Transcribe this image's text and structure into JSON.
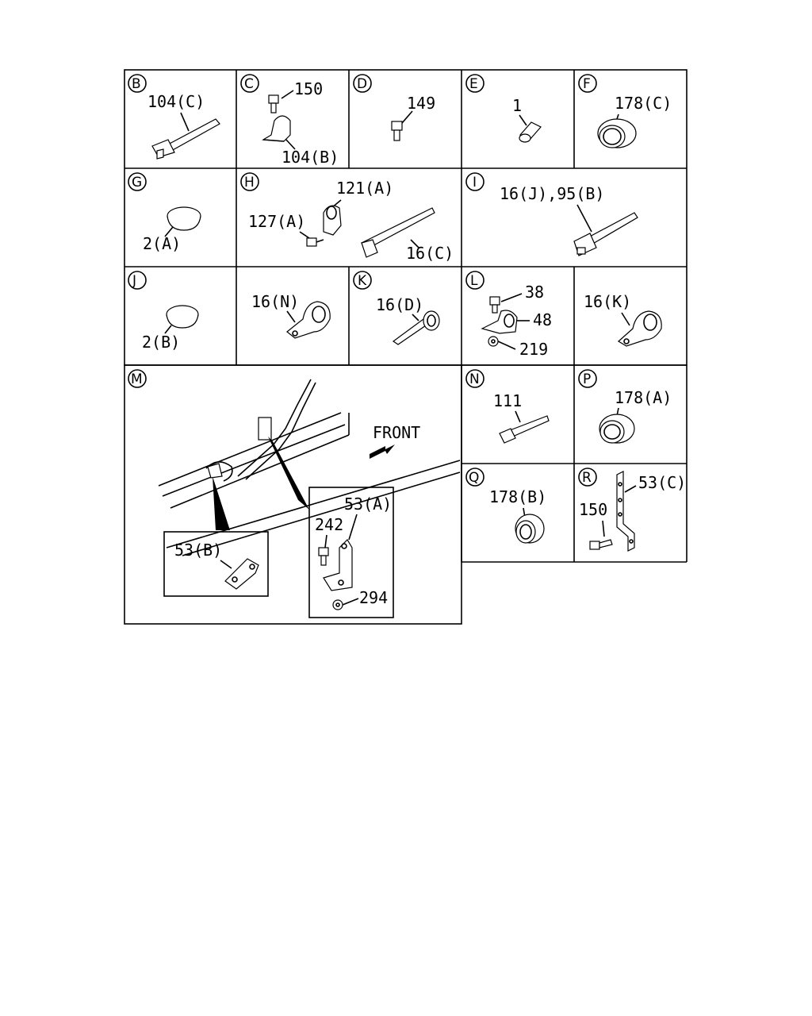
{
  "diagram": {
    "front_label": "FRONT",
    "cells": {
      "B": {
        "letter": "B",
        "labels": [
          "104(C)"
        ]
      },
      "C": {
        "letter": "C",
        "labels": [
          "150",
          "104(B)"
        ]
      },
      "D": {
        "letter": "D",
        "labels": [
          "149"
        ]
      },
      "E": {
        "letter": "E",
        "labels": [
          "1"
        ]
      },
      "F": {
        "letter": "F",
        "labels": [
          "178(C)"
        ]
      },
      "G": {
        "letter": "G",
        "labels": [
          "2(A)"
        ]
      },
      "H": {
        "letter": "H",
        "labels": [
          "121(A)",
          "127(A)",
          "16(C)"
        ]
      },
      "I": {
        "letter": "I",
        "labels": [
          "16(J),95(B)"
        ]
      },
      "J": {
        "letter": "J",
        "labels": [
          "2(B)"
        ]
      },
      "K": {
        "letter": "K",
        "labels": [
          "16(D)"
        ]
      },
      "L": {
        "letter": "L",
        "labels": [
          "38",
          "48",
          "219"
        ]
      },
      "M": {
        "letter": "M",
        "labels": [
          "53(B)",
          "53(A)",
          "242",
          "294"
        ]
      },
      "N": {
        "letter": "N",
        "labels": [
          "111"
        ]
      },
      "P": {
        "letter": "P",
        "labels": [
          "178(A)"
        ]
      },
      "Q": {
        "letter": "Q",
        "labels": [
          "178(B)"
        ]
      },
      "R": {
        "letter": "R",
        "labels": [
          "53(C)",
          "150"
        ]
      },
      "N2": {
        "letter": "",
        "labels": [
          "16(N)"
        ]
      },
      "K2": {
        "letter": "",
        "labels": [
          "16(K)"
        ]
      }
    }
  }
}
